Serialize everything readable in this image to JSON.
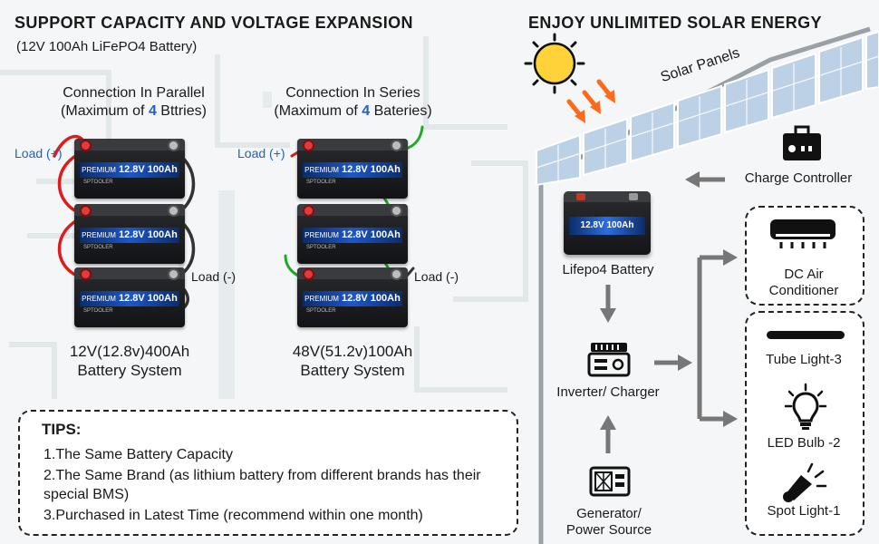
{
  "left": {
    "header": "SUPPORT CAPACITY AND VOLTAGE EXPANSION",
    "subheader": "(12V 100Ah LiFePO4 Battery)",
    "parallel": {
      "title": "Connection In Parallel",
      "max_prefix": "(Maximum of ",
      "max_number": "4",
      "max_suffix": " Bttries)",
      "load_pos": "Load  (+)",
      "load_neg": "Load  (-)",
      "system_line1": "12V(12.8v)400Ah",
      "system_line2": "Battery System"
    },
    "series": {
      "title": "Connection In Series",
      "max_prefix": "(Maximum of ",
      "max_number": "4",
      "max_suffix": " Bateries)",
      "load_pos": "Load  (+)",
      "load_neg": "Load  (-)",
      "system_line1": "48V(51.2v)100Ah",
      "system_line2": "Battery System"
    },
    "battery": {
      "prefix": "PREMIUM",
      "rating": "12.8V 100Ah",
      "brand": "SPTOOLER"
    }
  },
  "tips": {
    "title": "TIPS:",
    "items": [
      "1.The Same Battery Capacity",
      "2.The Same Brand (as lithium battery from different brands has their special BMS)",
      "3.Purchased in Latest Time (recommend within one month)"
    ]
  },
  "right": {
    "header": "ENJOY UNLIMITED SOLAR ENERGY",
    "solar_panels": "Solar Panels",
    "charge_controller": "Charge Controller",
    "battery_label": "Lifepo4 Battery",
    "battery_rating": "12.8V 100Ah",
    "inverter": "Inverter/ Charger",
    "generator_line1": "Generator/",
    "generator_line2": "Power Source",
    "dc_air_line1": "DC Air",
    "dc_air_line2": "Conditioner",
    "tube_light": "Tube Light-3",
    "led_bulb": "LED Bulb -2",
    "spot_light": "Spot Light-1"
  },
  "colors": {
    "accent_blue": "#1f5fd1",
    "wire_red": "#e01b1b",
    "wire_green": "#1fa82a",
    "wire_black": "#333333",
    "sun": "#ffd23a",
    "sun_rays": "#ff6a1a",
    "panel_blue": "#b9cde4"
  }
}
